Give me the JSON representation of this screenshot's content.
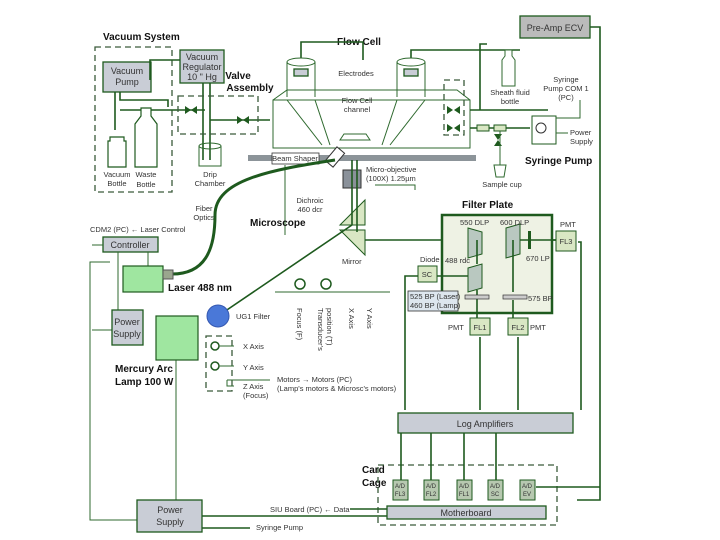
{
  "vacuum": {
    "title": "Vacuum System",
    "pump": [
      "Vacuum",
      "Pump"
    ],
    "regulator": [
      "Vacuum",
      "Regulator",
      "10 \" Hg"
    ],
    "vacuum_bottle": [
      "Vacuum",
      "Bottle"
    ],
    "waste_bottle": [
      "Waste",
      "Bottle"
    ]
  },
  "valve": {
    "title": [
      "Valve",
      "Assembly"
    ],
    "drip": [
      "Drip",
      "Chamber"
    ]
  },
  "flowcell": {
    "title": "Flow Cell",
    "electrodes": "Electrodes",
    "channel": [
      "Flow Cell",
      "channel"
    ],
    "beam_shaper": "Beam Shaper"
  },
  "preamp": "Pre-Amp ECV",
  "sheath": [
    "Sheath fluid",
    "bottle"
  ],
  "syringe": {
    "com": [
      "Syringe",
      "Pump COM 1",
      "(PC)"
    ],
    "power": [
      "Power",
      "Supply"
    ],
    "title": "Syringe Pump",
    "sample": "Sample cup"
  },
  "optics": {
    "objective": [
      "Micro-objective",
      "(100X) 1.25µm"
    ],
    "dichroic": [
      "Dichroic",
      "460 dcr"
    ],
    "microscope": "Microscope",
    "fiber": [
      "Fiber",
      "Optics"
    ],
    "mirror": "Mirror"
  },
  "filter": {
    "title": "Filter Plate",
    "dlp550": "550 DLP",
    "dlp600": "600 DLP",
    "lp670": "670 LP",
    "rdc488": "488 rdc",
    "bp525": "525 BP (Laser)",
    "bp460": "460 BP (Lamp)",
    "bp575": "575 BP",
    "pmt": "PMT",
    "fl1": "FL1",
    "fl2": "FL2",
    "fl3": "FL3",
    "diode": "Diode",
    "sc": "SC"
  },
  "laser": {
    "control": "CDM2 (PC) ← Laser Control",
    "controller": "Controller",
    "label": "Laser 488 nm",
    "power": [
      "Power",
      "Supply"
    ]
  },
  "lamp": {
    "label": [
      "Mercury Arc",
      "Lamp 100 W"
    ],
    "ug1": "UG1 Filter",
    "x": "X Axis",
    "y": "Y Axis",
    "z": [
      "Z Axis",
      "(Focus)"
    ],
    "motors": [
      "Motors → Motors (PC)",
      "(Lamp's motors & Microsc's motors)"
    ]
  },
  "motor_labels": [
    "Focus (F)",
    "Transducer's",
    "position (T)",
    "X Axis",
    "Y Axis"
  ],
  "electronics": {
    "log": "Log Amplifiers",
    "cage": [
      "Card",
      "Cage"
    ],
    "ad": [
      [
        "A/D",
        "FL3"
      ],
      [
        "A/D",
        "FL2"
      ],
      [
        "A/D",
        "FL1"
      ],
      [
        "A/D",
        "SC"
      ],
      [
        "A/D",
        "EV"
      ]
    ],
    "motherboard": "Motherboard",
    "power": [
      "Power",
      "Supply"
    ],
    "siu": "SIU Board (PC) ← Data",
    "syringe": "Syringe Pump"
  }
}
